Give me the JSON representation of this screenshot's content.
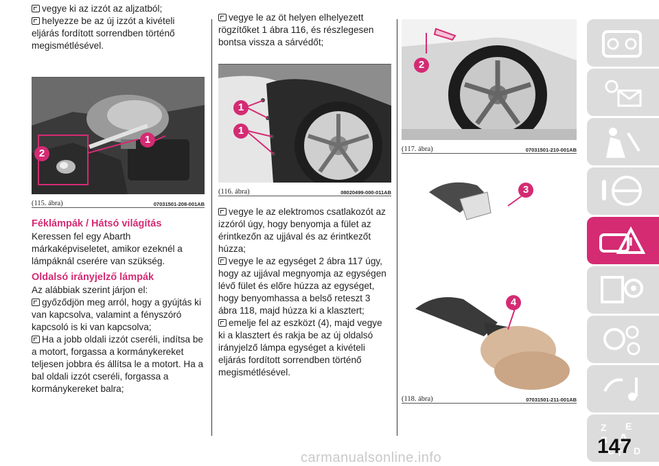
{
  "col1": {
    "bullets_top": [
      "vegye ki az izzót az aljzatból;",
      "helyezze be az új izzót a kivételi eljárás fordított sorrendben történő megismétlésével."
    ],
    "fig115": {
      "caption": "(115. ábra)",
      "code": "07031501-208-001AB",
      "callouts": [
        "1",
        "2"
      ]
    },
    "heading1": "Féklámpák / Hátsó világítás",
    "para1": "Keressen fel egy Abarth márkaképviseletet, amikor ezeknél a lámpáknál cserére van szükség.",
    "heading2": "Oldalsó irányjelző lámpák",
    "para2": "Az alábbiak szerint járjon el:",
    "bullets_bottom": [
      "győződjön meg arról, hogy a gyújtás ki van kapcsolva, valamint a fényszóró kapcsoló is ki van kapcsolva;",
      "Ha a jobb oldali izzót cseréli, indítsa be a motort, forgassa a kormánykereket teljesen jobbra és állítsa le a motort. Ha a bal oldali izzót cseréli, forgassa a kormánykereket balra;"
    ]
  },
  "col2": {
    "bullet_top": "vegye le az öt helyen elhelyezett rögzítőket 1 ábra 116, és részlegesen bontsa vissza a sárvédőt;",
    "fig116": {
      "caption": "(116. ábra)",
      "code": "08020499-000-011AB",
      "callouts": [
        "1",
        "1"
      ]
    },
    "bullets": [
      "vegye le az elektromos csatlakozót az izzóról úgy, hogy benyomja a fület az érintkezőn az ujjával és az érintkezőt húzza;",
      "vegye le az egységet 2 ábra 117 úgy, hogy az ujjával megnyomja az egységen lévő fület és előre húzza az egységet, hogy benyomhassa a belső reteszt 3 ábra 118, majd húzza ki a klasztert;",
      "emelje fel az eszközt (4), majd vegye ki a klasztert és rakja be az új oldalsó irányjelző lámpa egységet a kivételi eljárás fordított sorrendben történő megismétlésével."
    ]
  },
  "col3": {
    "fig117": {
      "caption": "(117. ábra)",
      "code": "07031501-210-001AB",
      "callouts": [
        "2"
      ]
    },
    "fig118": {
      "caption": "(118. ábra)",
      "code": "07031501-211-001AB",
      "callouts": [
        "3",
        "4"
      ]
    }
  },
  "sidebar": {
    "tabs": [
      "car-dashboard-icon",
      "warning-lights-icon",
      "safety-seat-icon",
      "starting-driving-icon",
      "emergency-icon",
      "maintenance-icon",
      "technical-data-icon",
      "multimedia-icon",
      "index-icon"
    ],
    "active_tab": 4,
    "index_letters": [
      "Z",
      "E",
      "B",
      "A",
      "C",
      "T",
      "D"
    ]
  },
  "page_number": "147",
  "watermark": "carmanualsonline.info",
  "colors": {
    "accent": "#d42b73",
    "tab": "#dcdcdc"
  }
}
